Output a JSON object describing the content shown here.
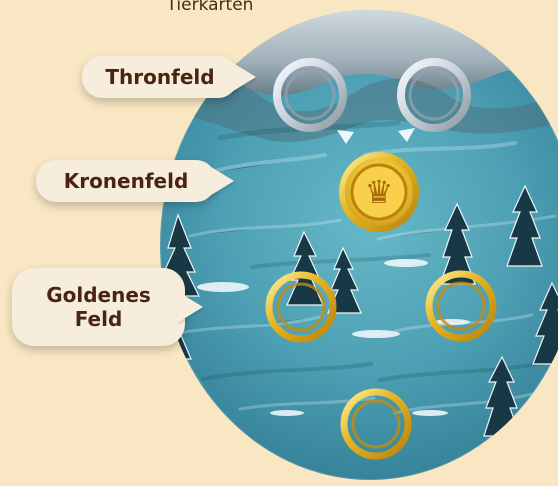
{
  "top_caption": "Tierkarten",
  "callouts": {
    "thronfeld": "Thronfeld",
    "kronenfeld": "Kronenfeld",
    "goldenes_feld": "Goldenes\nFeld"
  },
  "board": {
    "icons": {
      "crown": "crown-icon"
    },
    "colors": {
      "gold": "#e6b624",
      "gold_dark": "#b9830c",
      "silver": "#c9d4dc",
      "silver_dark": "#8e9ba6",
      "snow": "#eef6fb",
      "tree": "#173844"
    }
  }
}
